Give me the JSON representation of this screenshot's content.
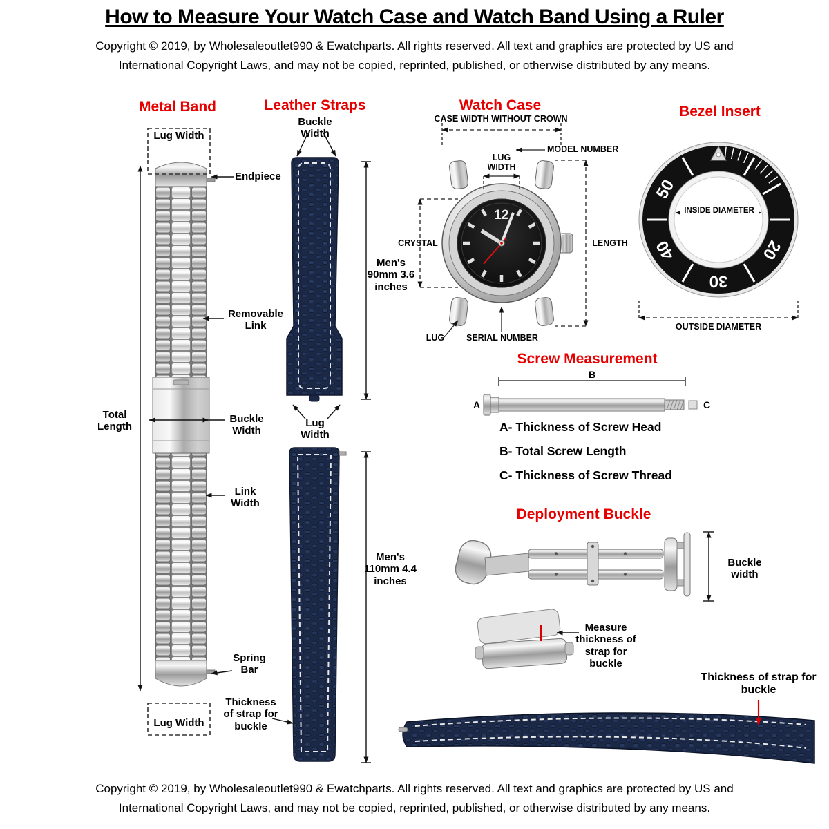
{
  "colors": {
    "accent_red": "#e60000",
    "leather_navy": "#1b2947",
    "steel_gray": "#c9c9c9"
  },
  "header": {
    "title": "How to Measure Your Watch Case and Watch Band Using a Ruler",
    "copyright_line1": "Copyright  © 2019, by Wholesaleoutlet990 & Ewatchparts. All rights reserved. All text and graphics are protected by US and",
    "copyright_line2": "International Copyright Laws, and may not be copied, reprinted, published, or otherwise distributed by any  means."
  },
  "footer": {
    "copyright_line1": "Copyright  © 2019, by Wholesaleoutlet990 & Ewatchparts. All rights reserved. All text and graphics are protected by US and",
    "copyright_line2": "International Copyright Laws, and may not be copied, reprinted, published, or otherwise distributed by any  means."
  },
  "metal_band": {
    "heading": "Metal Band",
    "lug_width_top": "Lug Width",
    "endpiece_label": "Endpiece",
    "removable_link_label": "Removable Link",
    "total_length_label": "Total Length",
    "buckle_width_label": "Buckle Width",
    "link_width_label": "Link Width",
    "spring_bar_label": "Spring Bar",
    "lug_width_bottom": "Lug Width"
  },
  "leather_straps": {
    "heading": "Leather Straps",
    "buckle_width_label": "Buckle Width",
    "mens_90_label": "Men's 90mm 3.6 inches",
    "lug_width_label": "Lug Width",
    "mens_110_label": "Men's 110mm 4.4 inches",
    "thickness_label": "Thickness of strap for buckle"
  },
  "watch_case": {
    "heading": "Watch Case",
    "case_width_label": "CASE WIDTH WITHOUT CROWN",
    "model_number_label": "MODEL NUMBER",
    "lug_width_label": "LUG WIDTH",
    "crystal_label": "CRYSTAL",
    "length_label": "LENGTH",
    "lug_label": "LUG",
    "serial_number_label": "SERIAL NUMBER",
    "dial_numeral": "12"
  },
  "bezel_insert": {
    "heading": "Bezel Insert",
    "inside_diameter_label": "INSIDE DIAMETER",
    "outside_diameter_label": "OUTSIDE DIAMETER",
    "scale_numbers": {
      "n50": "50",
      "n40": "40",
      "n30": "30",
      "n20": "20"
    }
  },
  "screw_measurement": {
    "heading": "Screw Measurement",
    "label_a": "A",
    "label_b": "B",
    "label_c": "C",
    "line_a": "A- Thickness of Screw Head",
    "line_b": "B- Total Screw Length",
    "line_c": "C- Thickness of Screw Thread"
  },
  "deployment_buckle": {
    "heading": "Deployment Buckle",
    "buckle_width_label": "Buckle width",
    "measure_label": "Measure thickness of strap for buckle"
  },
  "strap_side_view": {
    "thickness_label": "Thickness of strap for buckle"
  }
}
